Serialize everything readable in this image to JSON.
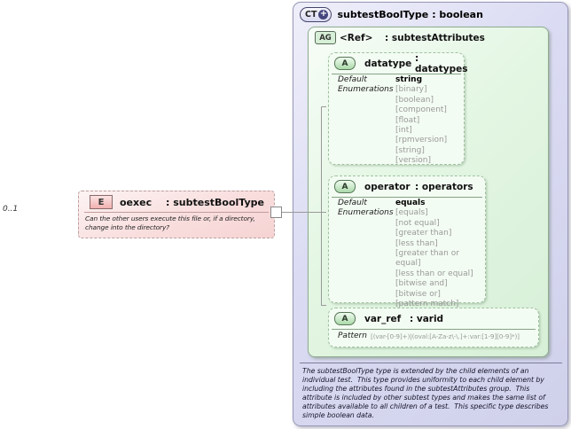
{
  "element": {
    "multiplicity": "0..1",
    "badge": "E",
    "name": "oexec",
    "type": ": subtestBoolType",
    "annotation": "Can the other users execute this file or, if a directory, change into the directory?"
  },
  "complexType": {
    "badge": "CT",
    "expand_icon": "+",
    "name": "subtestBoolType",
    "type": ": boolean",
    "description": "The subtestBoolType type is extended by the child elements of an individual test.  This type provides uniformity to each child element by including the attributes found in the subtestAttributes group.  This attribute is included by other subtest types and makes the same list of attributes available to all children of a test.  This specific type describes simple boolean data."
  },
  "attributeGroup": {
    "badge": "AG",
    "name": "<Ref>",
    "type": ": subtestAttributes"
  },
  "attributes": {
    "datatype": {
      "badge": "A",
      "name": "datatype",
      "type": ": datatypes",
      "rows": [
        {
          "label": "Default",
          "value": "string"
        },
        {
          "label": "Enumerations",
          "value": "[binary]"
        },
        {
          "label": "",
          "value": "[boolean]"
        },
        {
          "label": "",
          "value": "[component]"
        },
        {
          "label": "",
          "value": "[float]"
        },
        {
          "label": "",
          "value": "[int]"
        },
        {
          "label": "",
          "value": "[rpmversion]"
        },
        {
          "label": "",
          "value": "[string]"
        },
        {
          "label": "",
          "value": "[version]"
        }
      ]
    },
    "operator": {
      "badge": "A",
      "name": "operator",
      "type": ": operators",
      "rows": [
        {
          "label": "Default",
          "value": "equals"
        },
        {
          "label": "Enumerations",
          "value": "[equals]"
        },
        {
          "label": "",
          "value": "[not equal]"
        },
        {
          "label": "",
          "value": "[greater than]"
        },
        {
          "label": "",
          "value": "[less than]"
        },
        {
          "label": "",
          "value": "[greater than or equal]"
        },
        {
          "label": "",
          "value": "[less than or equal]"
        },
        {
          "label": "",
          "value": "[bitwise and]"
        },
        {
          "label": "",
          "value": "[bitwise or]"
        },
        {
          "label": "",
          "value": "[pattern match]"
        }
      ]
    },
    "var_ref": {
      "badge": "A",
      "name": "var_ref",
      "type": ": varid",
      "rows": [
        {
          "label": "Pattern",
          "value": "[(var-[0-9]+)|(oval:[A-Za-z\\-\\.]+:var:[1-9][0-9]*)]"
        }
      ]
    }
  }
}
